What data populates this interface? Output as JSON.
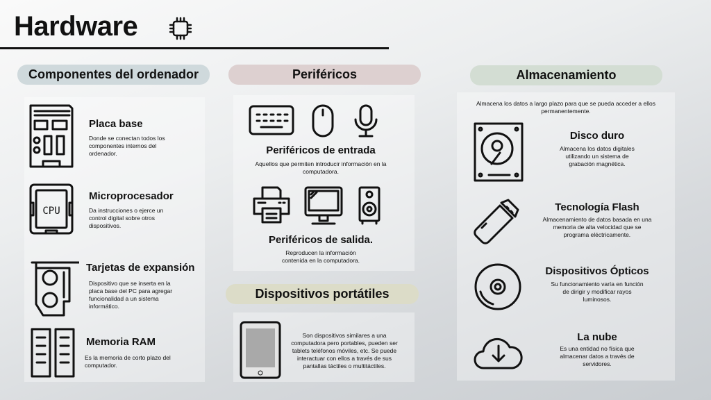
{
  "header": {
    "title": "Hardware",
    "icon": "chip-icon"
  },
  "colors": {
    "componentes": "#cfd9dc",
    "perifericos": "#ddd0d0",
    "almacenamiento": "#d3ddd3",
    "portatiles": "#dcdcc8"
  },
  "componentes": {
    "label": "Componentes del ordenador",
    "items": [
      {
        "title": "Placa base",
        "desc": "Donde se conectan todos los componentes  internos del ordenador.",
        "icon": "motherboard-icon"
      },
      {
        "title": "Microprocesador",
        "desc": "Da instrucciones o ejerce un control digital sobre otros dispositivos.",
        "icon": "cpu-icon",
        "icon_text": "CPU"
      },
      {
        "title": "Tarjetas de expansión",
        "desc": "Dispositivo que se inserta en la placa base del PC para agregar funcionalidad a un sistema informático.",
        "icon": "expansion-card-icon"
      },
      {
        "title": "Memoria RAM",
        "desc": "Es la memoria de corto plazo del computador.",
        "icon": "ram-icon"
      }
    ]
  },
  "perifericos": {
    "label": "Periféricos",
    "entrada": {
      "title": "Periféricos de entrada",
      "desc": "Aquellos que permiten introducir información en la computadora."
    },
    "salida": {
      "title": "Periféricos de salida.",
      "desc": "Reproducen la información contenida en la computadora."
    }
  },
  "portatiles": {
    "label": "Dispositivos portátiles",
    "desc": "Son dispositivos similares a una computadora pero portables, pueden ser tablets teléfonos móviles, etc. Se puede interactuar con ellos a través de sus pantallas táctiles o multitáctiles."
  },
  "almacenamiento": {
    "label": "Almacenamiento",
    "intro": "Almacena los datos a largo plazo para que se pueda acceder a ellos permanentemente.",
    "items": [
      {
        "title": "Disco duro",
        "desc": "Almacena los datos digitales utilizando un sistema de grabación magnética."
      },
      {
        "title": "Tecnología Flash",
        "desc": "Almacenamiento de datos basada en una memoria de alta velocidad que se programa eléctricamente."
      },
      {
        "title": "Dispositivos Ópticos",
        "desc": "Su funcionamiento varía en función de dirigir y modificar rayos luminosos."
      },
      {
        "title": "La nube",
        "desc": "Es una entidad no física que almacenar datos a través de servidores."
      }
    ]
  }
}
